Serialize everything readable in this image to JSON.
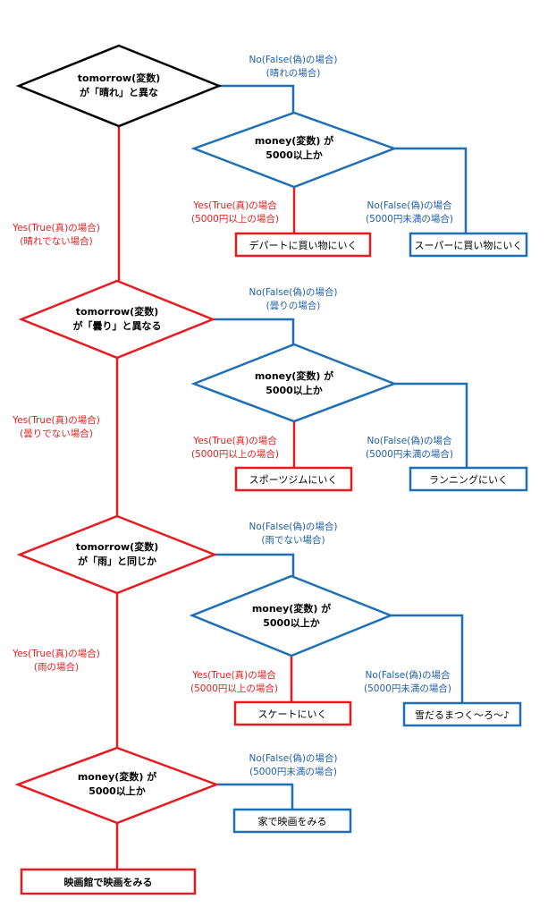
{
  "colors": {
    "yes": "#e8191f",
    "no": "#1f6fb7",
    "start": "#000000",
    "yes_text": "#e02020",
    "no_text": "#2060a8"
  },
  "decisions": {
    "d1": [
      "tomorrow(変数)",
      "が「晴れ」と異な"
    ],
    "d2": [
      "tomorrow(変数)",
      "が「曇り」と異なる"
    ],
    "d3": [
      "tomorrow(変数)",
      "が「雨」と同じか"
    ],
    "d4": [
      "money(変数) が",
      "5000以上か"
    ],
    "m1": [
      "money(変数) が",
      "5000以上か"
    ],
    "m2": [
      "money(変数) が",
      "5000以上か"
    ],
    "m3": [
      "money(変数) が",
      "5000以上か"
    ]
  },
  "actions": {
    "a1": "デパートに買い物にいく",
    "a2": "スーパーに買い物にいく",
    "a3": "スポーツジムにいく",
    "a4": "ランニングにいく",
    "a5": "スケートにいく",
    "a6": "雪だるまつく〜ろ〜♪",
    "a7": "家で映画をみる",
    "a8": "映画館で映画をみる"
  },
  "edge_labels": {
    "no_d1": [
      "No(False(偽)の場合)",
      "(晴れの場合)"
    ],
    "yes_d1": [
      "Yes(True(真)の場合)",
      "(晴れでない場合)"
    ],
    "yes_m1": [
      "Yes(True(真)の場合",
      "(5000円以上の場合)"
    ],
    "no_m1": [
      "No(False(偽)の場合",
      "(5000円未満の場合)"
    ],
    "no_d2": [
      "No(False(偽)の場合)",
      "(曇りの場合)"
    ],
    "yes_d2": [
      "Yes(True(真)の場合)",
      "(曇りでない場合)"
    ],
    "yes_m2": [
      "Yes(True(真)の場合",
      "(5000円以上の場合)"
    ],
    "no_m2": [
      "No(False(偽)の場合",
      "(5000円未満の場合)"
    ],
    "no_d3": [
      "No(False(偽)の場合)",
      "(雨でない場合)"
    ],
    "yes_d3": [
      "Yes(True(真)の場合)",
      "(雨の場合)"
    ],
    "yes_m3": [
      "Yes(True(真)の場合",
      "(5000円以上の場合)"
    ],
    "no_m3": [
      "No(False(偽)の場合",
      "(5000円未満の場合)"
    ],
    "no_d4": [
      "No(False(偽)の場合)",
      "(5000円未満の場合)"
    ]
  }
}
